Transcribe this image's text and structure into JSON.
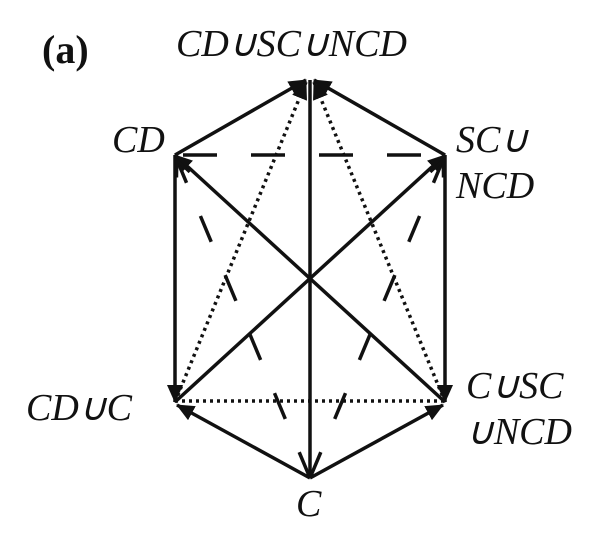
{
  "panel_label": "(a)",
  "nodes": {
    "top": "CD∪SC∪NCD",
    "cd": "CD",
    "sc_ncd_1": "SC∪",
    "sc_ncd_2": "NCD",
    "cd_c": "CD∪C",
    "c_sc_ncd_1": "C∪SC",
    "c_sc_ncd_2": "∪NCD",
    "c": "C"
  },
  "colors": {
    "ink": "#111111",
    "background": "#ffffff"
  }
}
